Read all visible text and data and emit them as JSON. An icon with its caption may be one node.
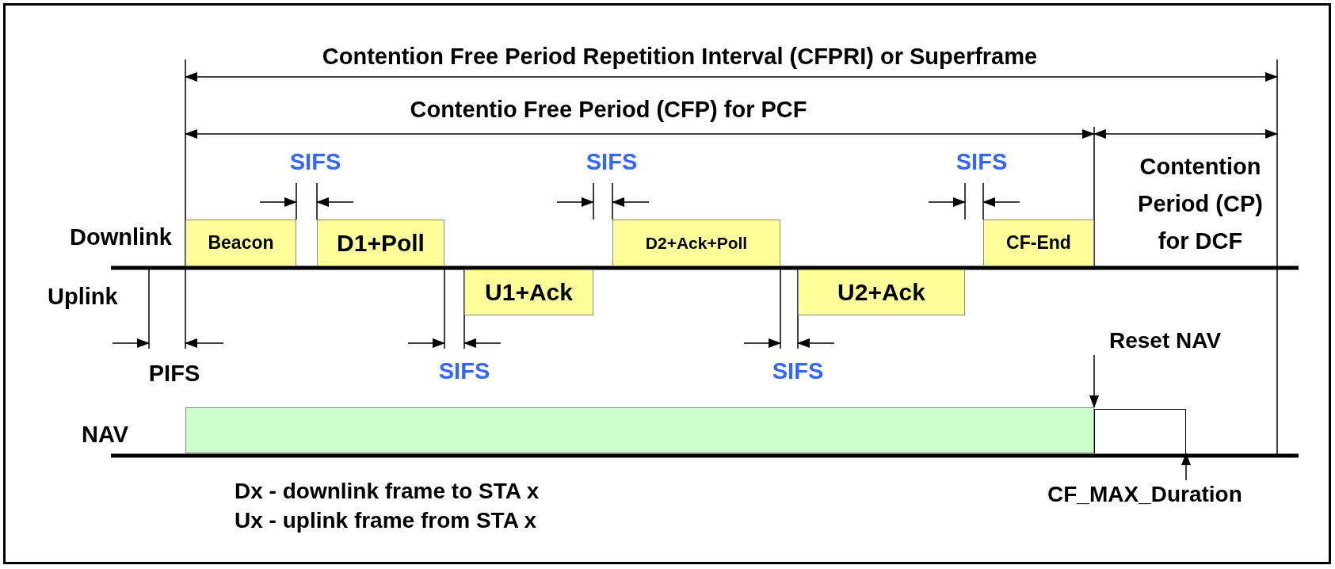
{
  "diagram": {
    "nodes": [
      {
        "text": [
          "Beacon"
        ]
      },
      {
        "text": [
          "D1+Poll"
        ]
      },
      {
        "text": [
          "U1+Ack"
        ]
      },
      {
        "text": [
          "D2+Ack+Poll"
        ]
      },
      {
        "text": [
          "U2+Ack"
        ]
      },
      {
        "text": [
          "CF-End"
        ]
      },
      {
        "text": [],
        "shape": "bar"
      },
      {
        "text": [],
        "shape": "box"
      },
      {
        "text": [
          "Reset NAV"
        ]
      },
      {
        "text": [
          "CF_MAX_Duration"
        ]
      }
    ],
    "edges": [
      {
        "from": 8,
        "to": 6,
        "arrow": "to"
      },
      {
        "from": 9,
        "to": 7,
        "arrow": "to"
      }
    ],
    "labels": [
      "Contention Free Period Repetition Interval (CFPRI) or Superframe",
      "Contentio Free Period (CFP) for PCF",
      "Contention Period (CP) for DCF",
      "SIFS",
      "SIFS",
      "SIFS",
      "Downlink",
      "Uplink",
      "PIFS",
      "SIFS",
      "SIFS",
      "NAV",
      "Dx - downlink frame to STA x",
      "Ux - uplink frame from STA x"
    ]
  }
}
